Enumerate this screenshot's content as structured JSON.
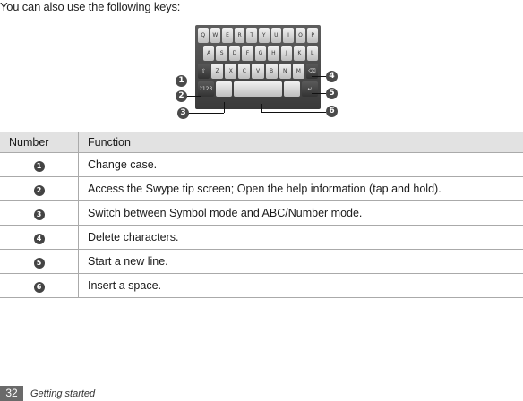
{
  "intro_text": "You can also use the following keys:",
  "keyboard_rows": [
    [
      "Q",
      "W",
      "E",
      "R",
      "T",
      "Y",
      "U",
      "I",
      "O",
      "P"
    ],
    [
      "A",
      "S",
      "D",
      "F",
      "G",
      "H",
      "J",
      "K",
      "L"
    ],
    [
      "⇧",
      "Z",
      "X",
      "C",
      "V",
      "B",
      "N",
      "M",
      "⌫"
    ],
    [
      "?123",
      "",
      "",
      "",
      "↵"
    ]
  ],
  "table": {
    "headers": [
      "Number",
      "Function"
    ],
    "rows": [
      {
        "num": "1",
        "fn": "Change case."
      },
      {
        "num": "2",
        "fn": "Access the Swype tip screen; Open the help information (tap and hold)."
      },
      {
        "num": "3",
        "fn": "Switch between Symbol mode and ABC/Number mode."
      },
      {
        "num": "4",
        "fn": "Delete characters."
      },
      {
        "num": "5",
        "fn": "Start a new line."
      },
      {
        "num": "6",
        "fn": "Insert a space."
      }
    ]
  },
  "footer": {
    "page_number": "32",
    "section": "Getting started"
  },
  "colors": {
    "marker": "#4a4a4a",
    "header_bg": "#e2e2e2",
    "page_box": "#6a6a6a"
  }
}
